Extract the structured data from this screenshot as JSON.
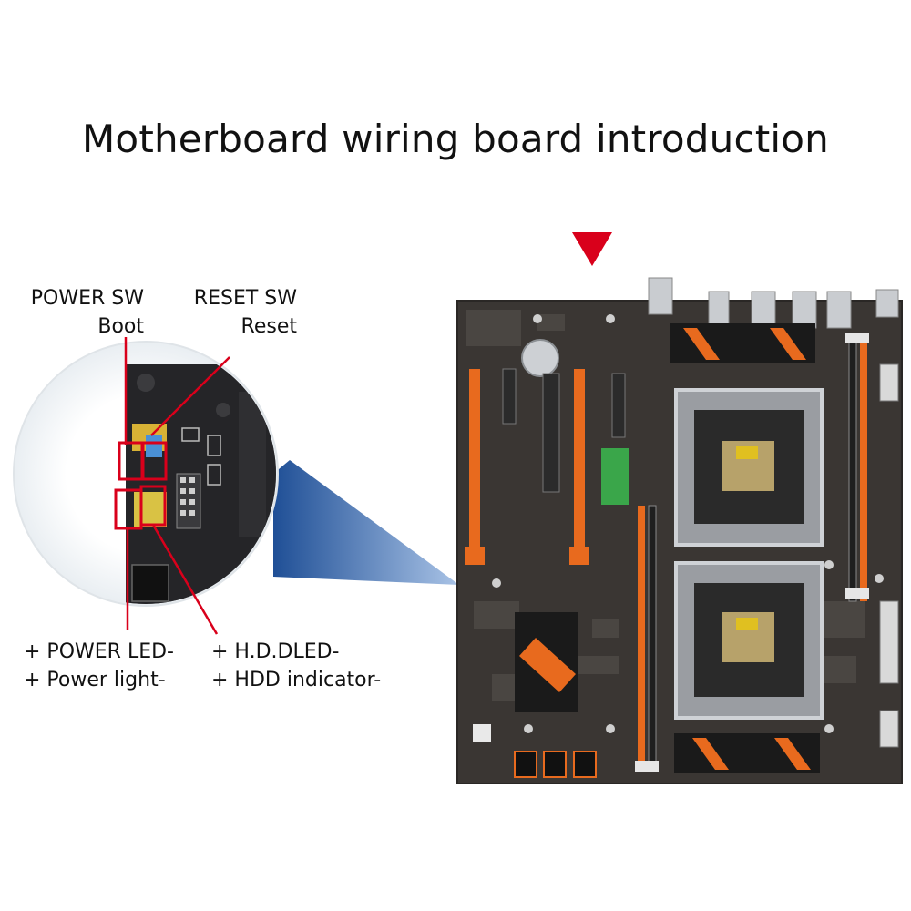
{
  "title": "Motherboard wiring board introduction",
  "labels": {
    "power_sw": "POWER SW",
    "power_sw_sub": "Boot",
    "reset_sw": "RESET SW",
    "reset_sw_sub": "Reset",
    "power_led": "+ POWER LED-",
    "power_led_sub": "+ Power light-",
    "hdd_led": "+ H.D.DLED-",
    "hdd_led_sub": "+ HDD indicator-"
  },
  "colors": {
    "pointer": "#d9001b",
    "board": "#3a3633",
    "slot_orange": "#e86a1e",
    "callout": "#3f6fb0",
    "highlight": "#d9001b"
  }
}
